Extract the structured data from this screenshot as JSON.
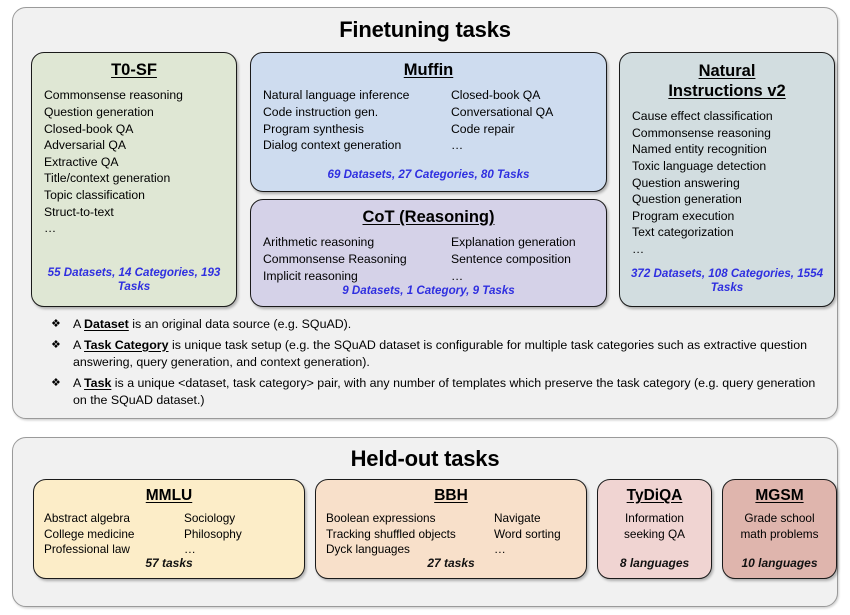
{
  "finetuning": {
    "title": "Finetuning tasks",
    "cards": [
      {
        "name": "t0sf",
        "title": "T0-SF",
        "color": "#dfe7d4",
        "left_items": [
          "Commonsense reasoning",
          "Question generation",
          "Closed-book QA",
          "Adversarial QA",
          "Extractive QA",
          "Title/context generation",
          "Topic classification",
          "Struct-to-text",
          "…"
        ],
        "right_items": [],
        "stats": "55 Datasets, 14 Categories, 193 Tasks"
      },
      {
        "name": "muffin",
        "title": "Muffin",
        "color": "#cedcef",
        "left_items": [
          "Natural language inference",
          "Code instruction gen.",
          "Program synthesis",
          "Dialog context generation"
        ],
        "right_items": [
          "Closed-book QA",
          "Conversational QA",
          "Code repair",
          "…"
        ],
        "stats": "69 Datasets, 27 Categories, 80 Tasks"
      },
      {
        "name": "cot",
        "title": "CoT (Reasoning)",
        "color": "#d5d2e8",
        "left_items": [
          "Arithmetic reasoning",
          "Commonsense Reasoning",
          "Implicit reasoning"
        ],
        "right_items": [
          "Explanation generation",
          "Sentence composition",
          "…"
        ],
        "stats": "9 Datasets, 1 Category, 9 Tasks"
      },
      {
        "name": "niv2",
        "title_line1": "Natural",
        "title_line2": "Instructions v2",
        "color": "#d2dde0",
        "left_items": [
          "Cause effect classification",
          "Commonsense reasoning",
          "Named entity recognition",
          "Toxic language detection",
          "Question answering",
          "Question generation",
          "Program execution",
          "Text categorization",
          "…"
        ],
        "right_items": [],
        "stats": "372 Datasets, 108 Categories, 1554 Tasks"
      }
    ],
    "definitions": [
      {
        "bullet": "❖",
        "prefix": "A ",
        "term": "Dataset",
        "suffix": " is an original data source (e.g. SQuAD)."
      },
      {
        "bullet": "❖",
        "prefix": "A ",
        "term": "Task Category",
        "suffix": " is unique task setup (e.g. the SQuAD dataset is configurable for multiple task categories such as extractive question answering, query generation, and context generation)."
      },
      {
        "bullet": "❖",
        "prefix": "A ",
        "term": "Task",
        "suffix": " is a unique <dataset, task category> pair, with any number of templates which preserve the task category (e.g. query generation on the SQuAD dataset.)"
      }
    ]
  },
  "heldout": {
    "title": "Held-out tasks",
    "cards": [
      {
        "name": "mmlu",
        "title": "MMLU",
        "color": "#fcedc8",
        "left_items": [
          "Abstract algebra",
          "College medicine",
          "Professional law"
        ],
        "right_items": [
          "Sociology",
          "Philosophy",
          "…"
        ],
        "stats": "57 tasks"
      },
      {
        "name": "bbh",
        "title": "BBH",
        "color": "#f8e0ca",
        "left_items": [
          "Boolean expressions",
          "Tracking shuffled objects",
          "Dyck languages"
        ],
        "right_items": [
          "Navigate",
          "Word sorting",
          "…"
        ],
        "stats": "27 tasks"
      },
      {
        "name": "tydiqa",
        "title": "TyDiQA",
        "color": "#f0d4d2",
        "body_line1": "Information",
        "body_line2": "seeking QA",
        "stats": "8 languages"
      },
      {
        "name": "mgsm",
        "title": "MGSM",
        "color": "#dfb5ad",
        "body_line1": "Grade school",
        "body_line2": "math problems",
        "stats": "10 languages"
      }
    ]
  },
  "colors": {
    "stats_blue": "#2f2fe0",
    "section_bg": "#f1f1f1",
    "section_border": "#9a9a9a",
    "card_border": "#1a1a1a"
  }
}
